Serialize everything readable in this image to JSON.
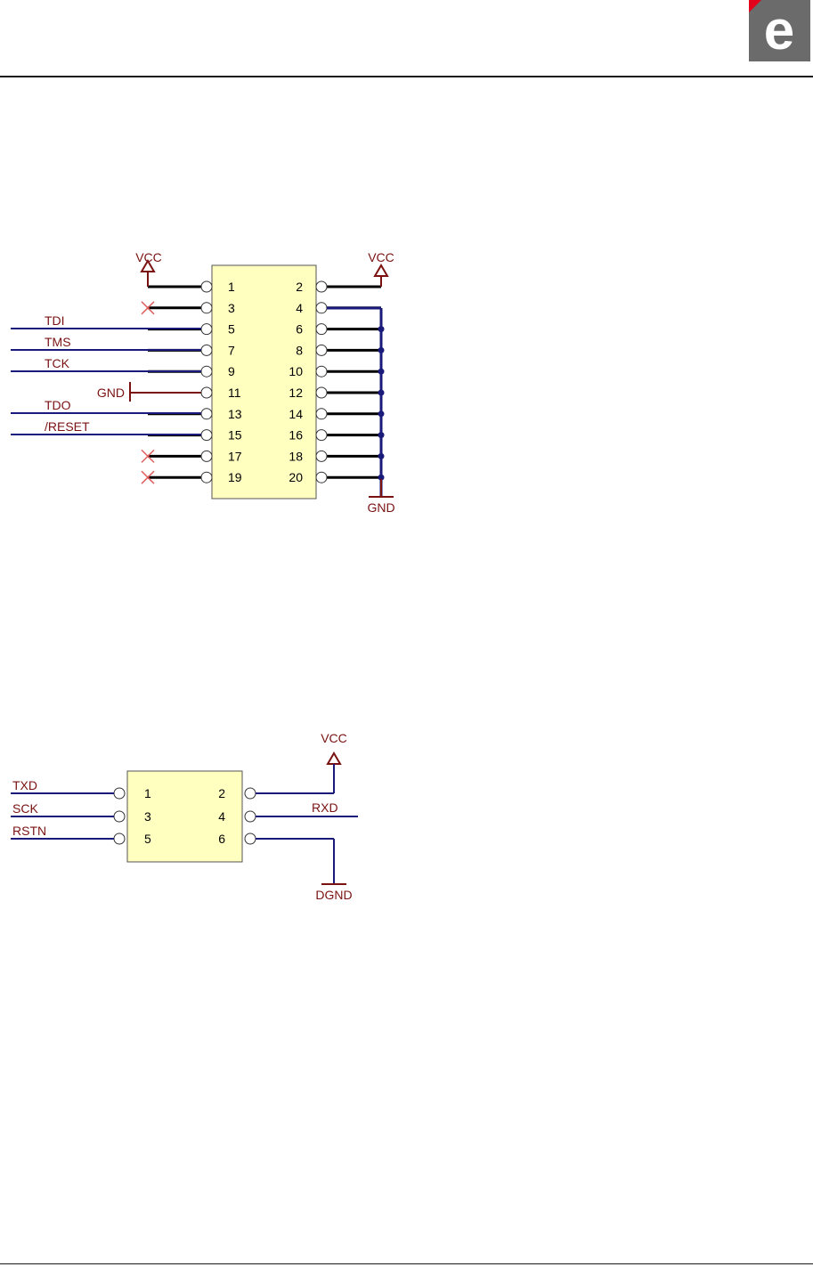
{
  "colors": {
    "body_fill": "#ffffc0",
    "net_label": "#7a1212",
    "wire_signal": "#1a1a7a",
    "wire_pin": "#000000",
    "logo_bg": "#6b6b6b",
    "logo_accent": "#e2001a"
  },
  "logo": {
    "icon": "e-logo-icon",
    "glyph": "e"
  },
  "jtag": {
    "pins_left": [
      "1",
      "3",
      "5",
      "7",
      "9",
      "11",
      "13",
      "15",
      "17",
      "19"
    ],
    "pins_right": [
      "2",
      "4",
      "6",
      "8",
      "10",
      "12",
      "14",
      "16",
      "18",
      "20"
    ],
    "nets": {
      "tdi": "TDI",
      "tms": "TMS",
      "tck": "TCK",
      "tdo": "TDO",
      "reset": "/RESET"
    },
    "vcc_left": "VCC",
    "vcc_right": "VCC",
    "gnd_left": "GND",
    "gnd_bottom": "GND"
  },
  "isp": {
    "pins_left": [
      "1",
      "3",
      "5"
    ],
    "pins_right": [
      "2",
      "4",
      "6"
    ],
    "nets": {
      "txd": "TXD",
      "sck": "SCK",
      "rstn": "RSTN",
      "rxd": "RXD"
    },
    "vcc": "VCC",
    "gnd": "DGND"
  }
}
